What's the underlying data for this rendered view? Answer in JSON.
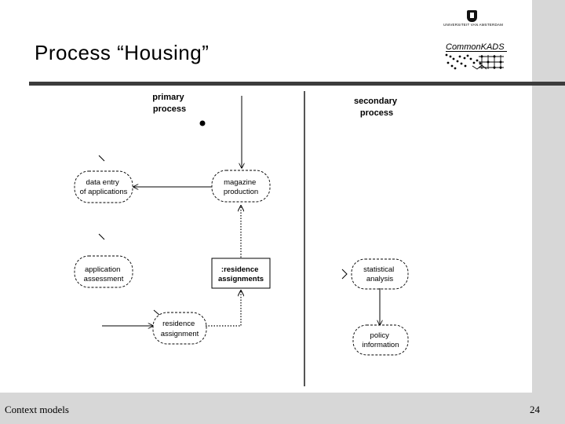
{
  "slide": {
    "title": "Process “Housing”",
    "footer_left": "Context models",
    "page_number": "24"
  },
  "logo": {
    "university_text": "UNIVERSITEIT VAN AMSTERDAM",
    "brand_text": "CommonKADS"
  },
  "diagram": {
    "primary_header": [
      "primary",
      "process"
    ],
    "secondary_header": [
      "secondary",
      "process"
    ],
    "nodes": {
      "data_entry": [
        "data entry",
        "of applications"
      ],
      "magazine_production": [
        "magazine",
        "production"
      ],
      "application_assessment": [
        "application",
        "assessment"
      ],
      "residence_assignments_store": [
        ":residence",
        "assignments"
      ],
      "residence_assignment": [
        "residence",
        "assignment"
      ],
      "statistical_analysis": [
        "statistical",
        "analysis"
      ],
      "policy_information": [
        "policy",
        "information"
      ]
    }
  }
}
